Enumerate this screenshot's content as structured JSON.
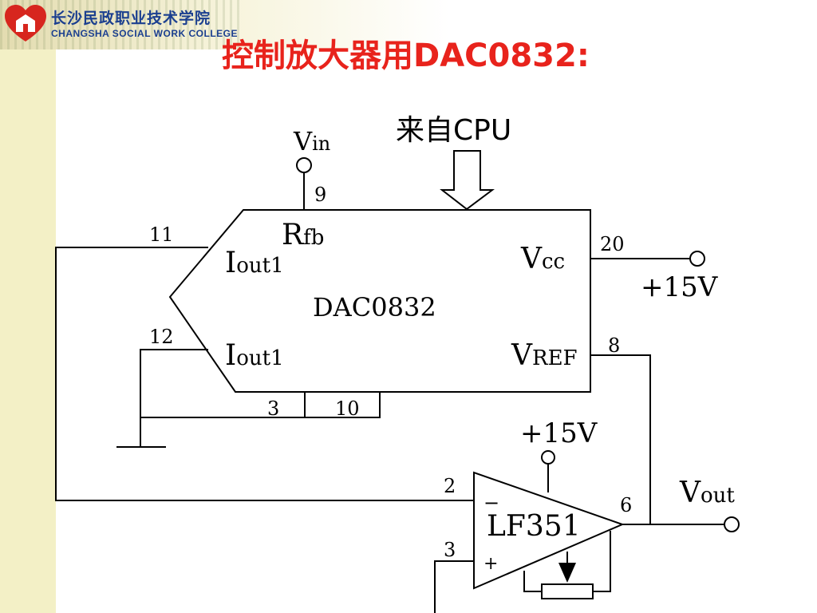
{
  "header": {
    "college_cn": "长沙民政职业技术学院",
    "college_en": "CHANGSHA SOCIAL WORK COLLEGE"
  },
  "title": "控制放大器用DAC0832:",
  "diagram": {
    "input_from": "来自CPU",
    "dac": {
      "name": "DAC0832",
      "vin_main": "V",
      "vin_sub": "in",
      "rfb_main": "R",
      "rfb_sub": "fb",
      "iout1_a_main": "I",
      "iout1_a_sub": "out1",
      "iout1_b_main": "I",
      "iout1_b_sub": "out1",
      "vcc_main": "V",
      "vcc_sub": "cc",
      "vref_main": "V",
      "vref_sub": "REF",
      "pins": {
        "vin": "9",
        "iout1_a": "11",
        "iout1_b": "12",
        "vcc": "20",
        "vref": "8",
        "gnd_a": "3",
        "gnd_b": "10"
      }
    },
    "supply_vcc": "+15V",
    "opamp": {
      "name": "LF351",
      "minus": "−",
      "plus": "+",
      "supply": "+15V",
      "pins": {
        "inv": "2",
        "noninv": "3",
        "out": "6"
      }
    },
    "vout_main": "V",
    "vout_sub": "out"
  },
  "colors": {
    "title": "#e8231c",
    "college_text": "#1b3f8f",
    "left_band": "#f3f0c6",
    "logo_red": "#d7261e"
  }
}
